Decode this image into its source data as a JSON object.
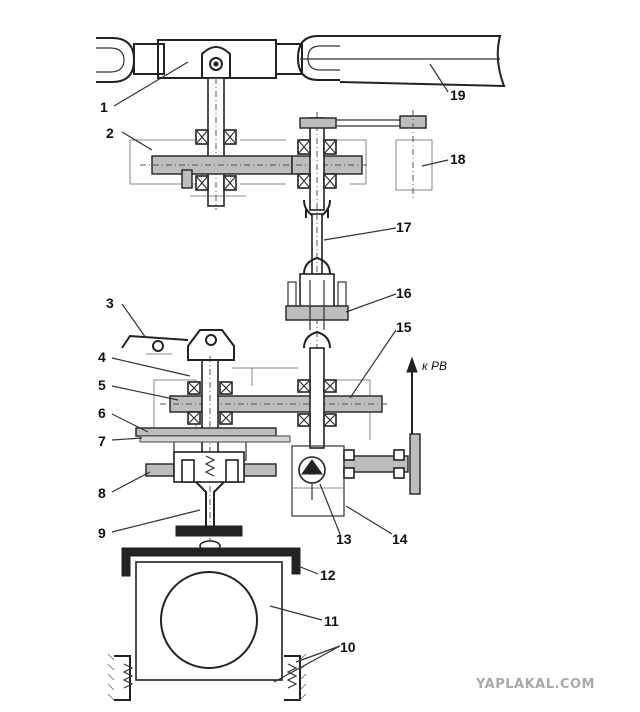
{
  "labels": {
    "l1": "1",
    "l2": "2",
    "l3": "3",
    "l4": "4",
    "l5": "5",
    "l6": "6",
    "l7": "7",
    "l8": "8",
    "l9": "9",
    "l10": "10",
    "l11": "11",
    "l12": "12",
    "l13": "13",
    "l14": "14",
    "l15": "15",
    "l16": "16",
    "l17": "17",
    "l18": "18",
    "l19": "19"
  },
  "annotation": "к РВ",
  "watermark": "YAPLAKAL.COM",
  "colors": {
    "ink": "#222222",
    "fill": "#bdbdbd",
    "background": "#ffffff",
    "watermark": "#a9a9a9"
  }
}
